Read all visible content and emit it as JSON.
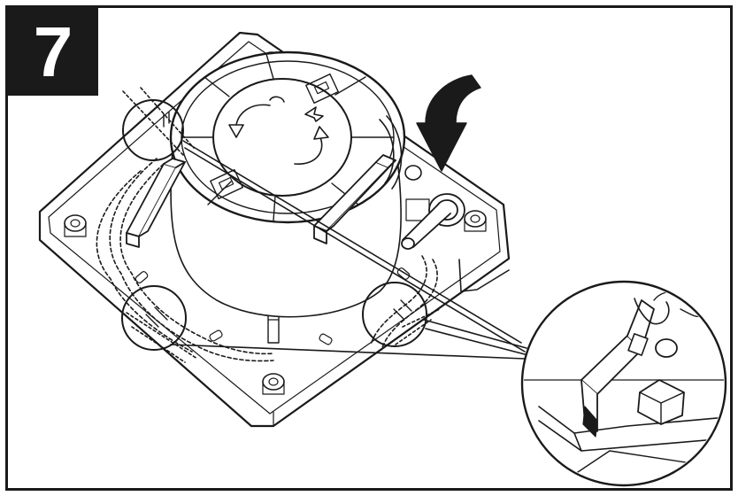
{
  "step": {
    "number": "7"
  },
  "colors": {
    "ink": "#1a1a1a",
    "paper": "#ffffff",
    "shade": "#e9e9e9"
  },
  "parts": {
    "housing": "fan-housing",
    "impeller": "impeller-rotation-arrows",
    "cable": "power-cable",
    "clips": "retaining-clips",
    "detail": "clip-detail-zoom"
  }
}
